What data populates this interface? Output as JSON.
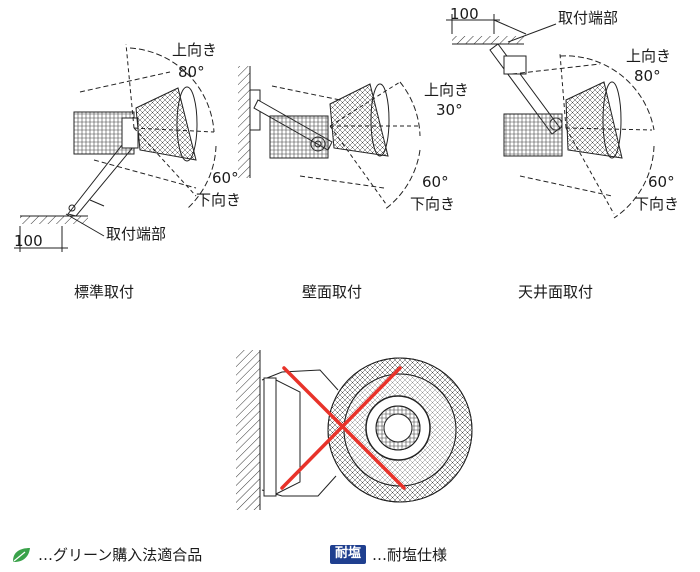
{
  "standard": {
    "caption": "標準取付",
    "up_label": "上向き",
    "up_angle": "80°",
    "down_angle": "60°",
    "down_label": "下向き",
    "dimension": "100",
    "mount_label": "取付端部"
  },
  "wall": {
    "caption": "壁面取付",
    "up_label": "上向き",
    "up_angle": "30°",
    "down_angle": "60°",
    "down_label": "下向き"
  },
  "ceiling": {
    "caption": "天井面取付",
    "dimension": "100",
    "mount_label": "取付端部",
    "up_label": "上向き",
    "up_angle": "80°",
    "down_angle": "60°",
    "down_label": "下向き"
  },
  "legend": {
    "green_text": "…グリーン購入法適合品",
    "salt_badge": "耐塩",
    "salt_text": "…耐塩仕様"
  },
  "colors": {
    "cross": "#e8332a",
    "badge": "#1f3f8f",
    "leaf": "#3aa24a"
  }
}
